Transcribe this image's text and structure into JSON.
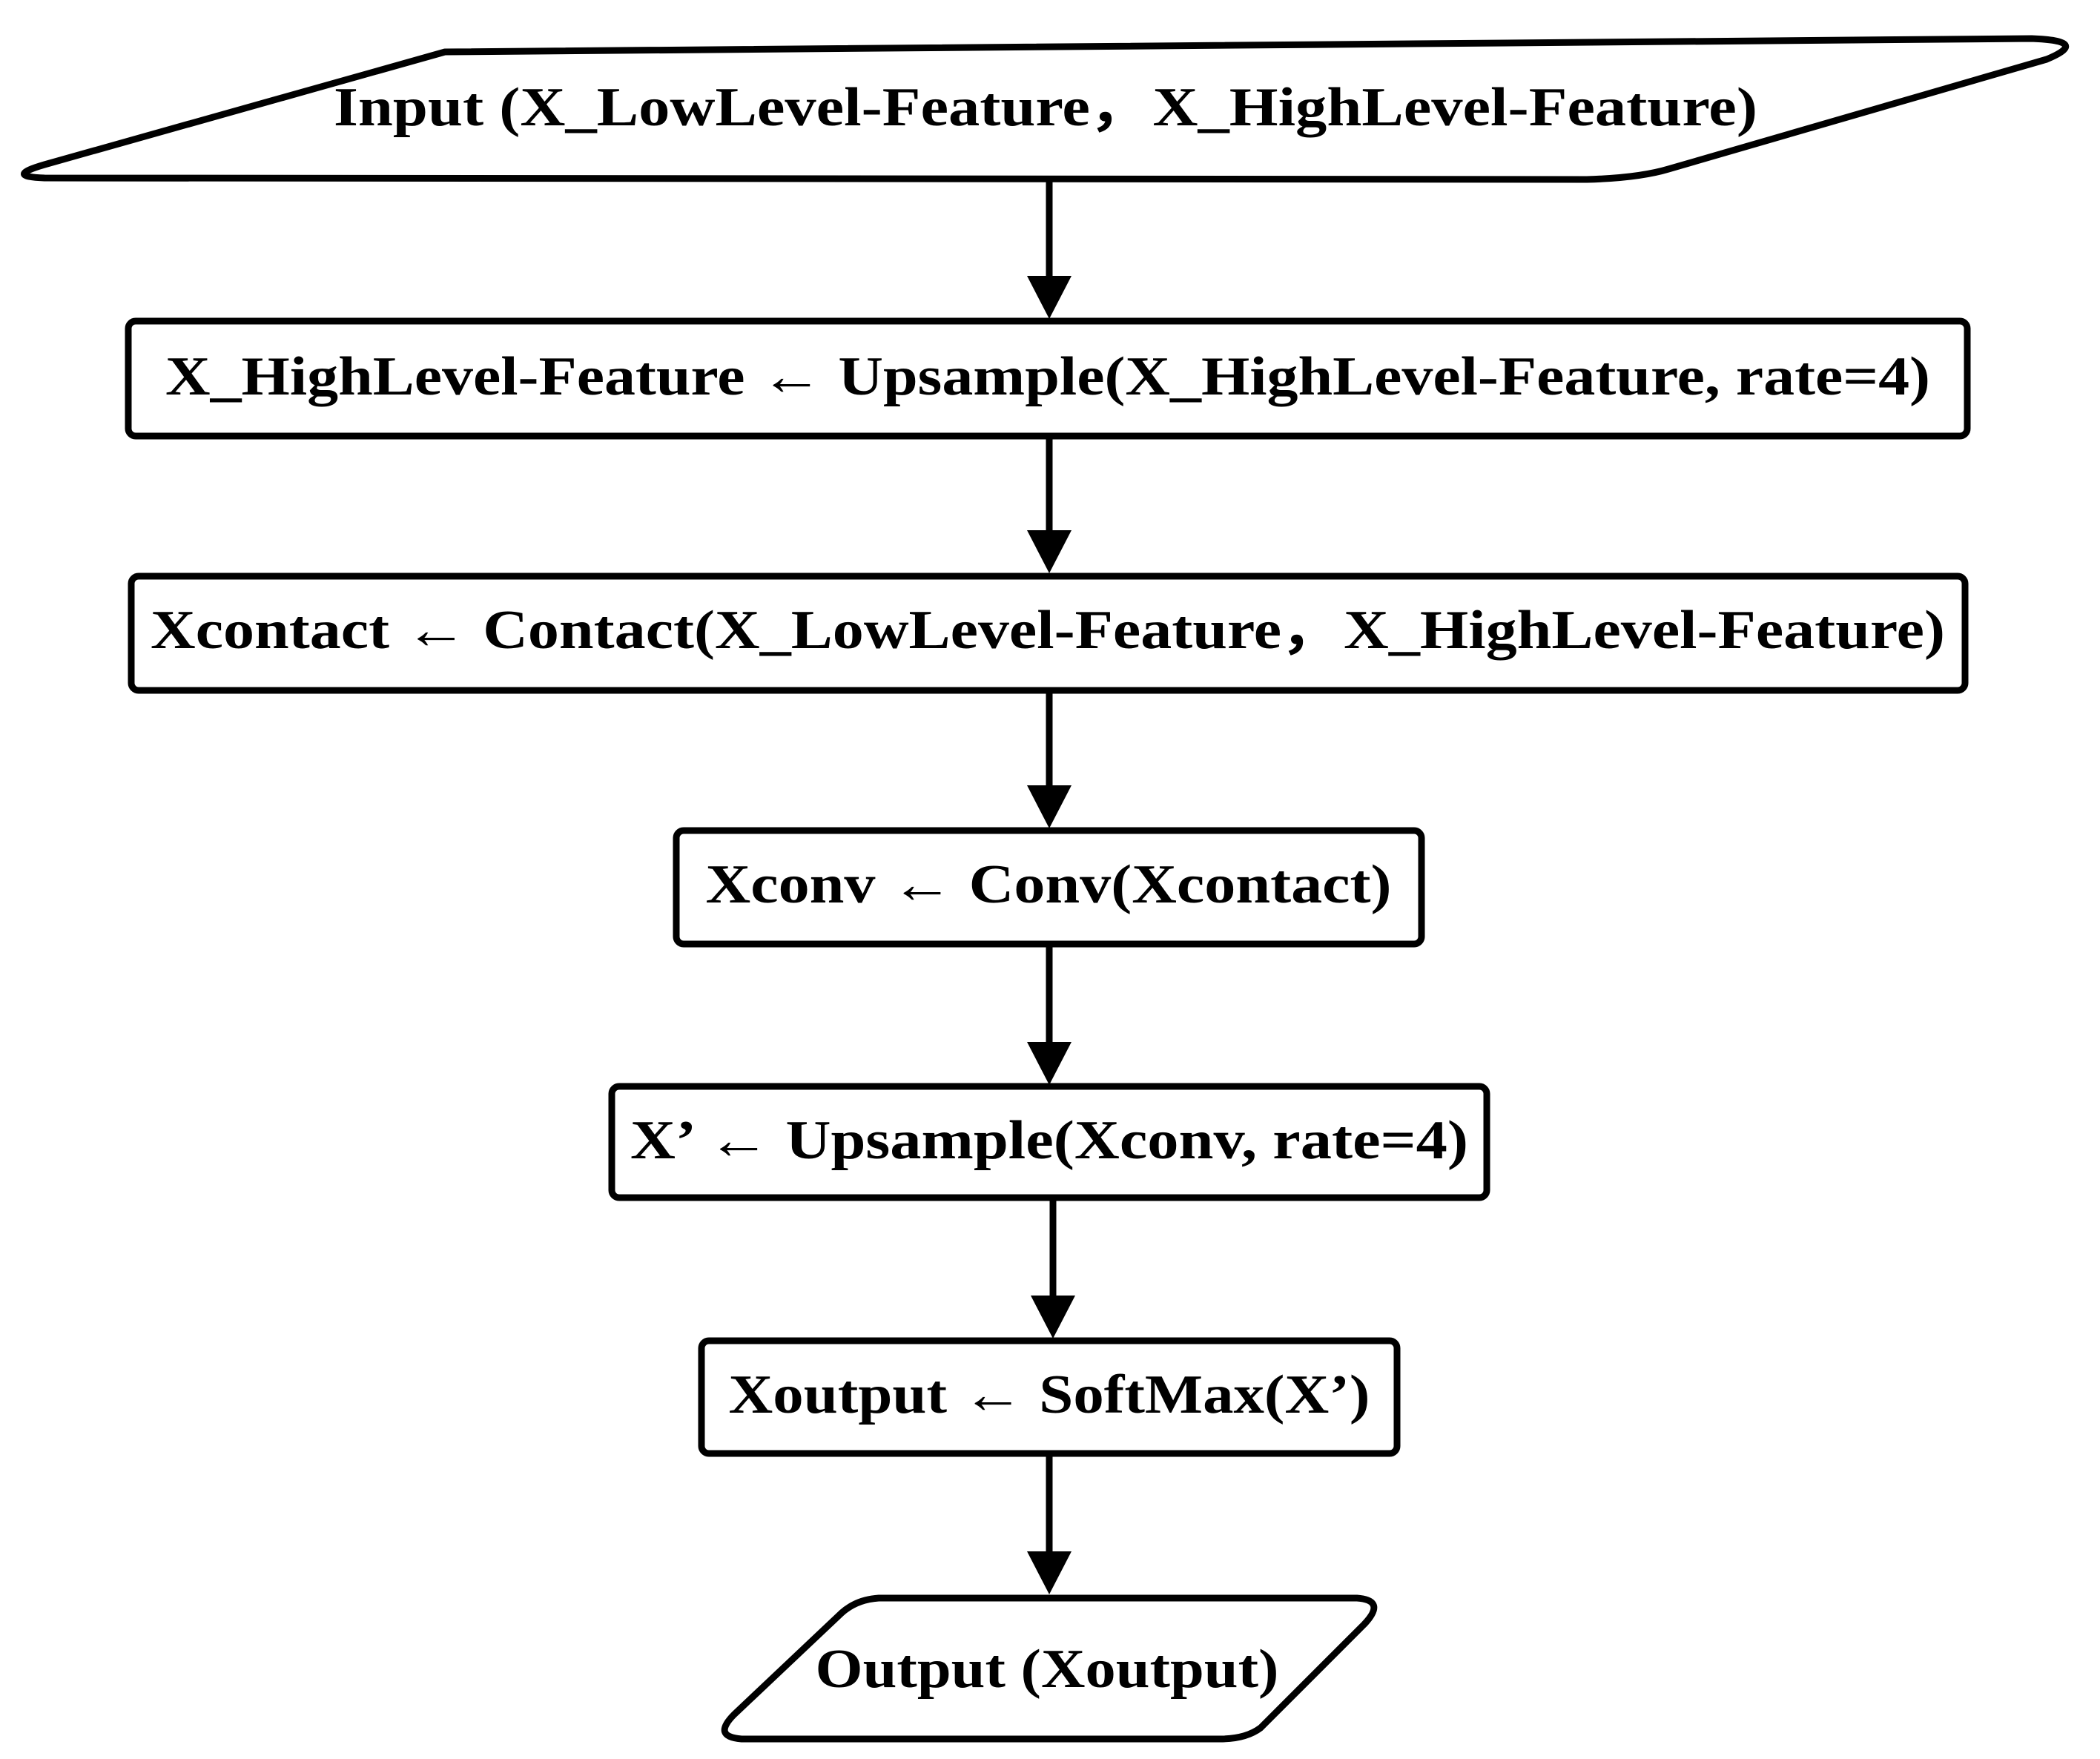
{
  "colors": {
    "stroke": "#000000",
    "fill": "#ffffff",
    "text": "#000000"
  },
  "nodes": [
    {
      "id": "input",
      "shape": "parallelogram",
      "label": "Input (X_LowLevel-Feature，X_HighLevel-Feature)"
    },
    {
      "id": "upsample-high",
      "shape": "rectangle",
      "label": "X_HighLevel-Feature ← Upsample(X_HighLevel-Feature, rate=4)"
    },
    {
      "id": "contact",
      "shape": "rectangle",
      "label": "Xcontact ← Contact(X_LowLevel-Feature，X_HighLevel-Feature)"
    },
    {
      "id": "conv",
      "shape": "rectangle",
      "label": "Xconv ← Conv(Xcontact)"
    },
    {
      "id": "upsample-conv",
      "shape": "rectangle",
      "label": "X’ ← Upsample(Xconv, rate=4)"
    },
    {
      "id": "softmax",
      "shape": "rectangle",
      "label": "Xoutput ← SoftMax(X’)"
    },
    {
      "id": "output",
      "shape": "parallelogram",
      "label": "Output (Xoutput)"
    }
  ],
  "edges": [
    {
      "from": "input",
      "to": "upsample-high"
    },
    {
      "from": "upsample-high",
      "to": "contact"
    },
    {
      "from": "contact",
      "to": "conv"
    },
    {
      "from": "conv",
      "to": "upsample-conv"
    },
    {
      "from": "upsample-conv",
      "to": "softmax"
    },
    {
      "from": "softmax",
      "to": "output"
    }
  ]
}
